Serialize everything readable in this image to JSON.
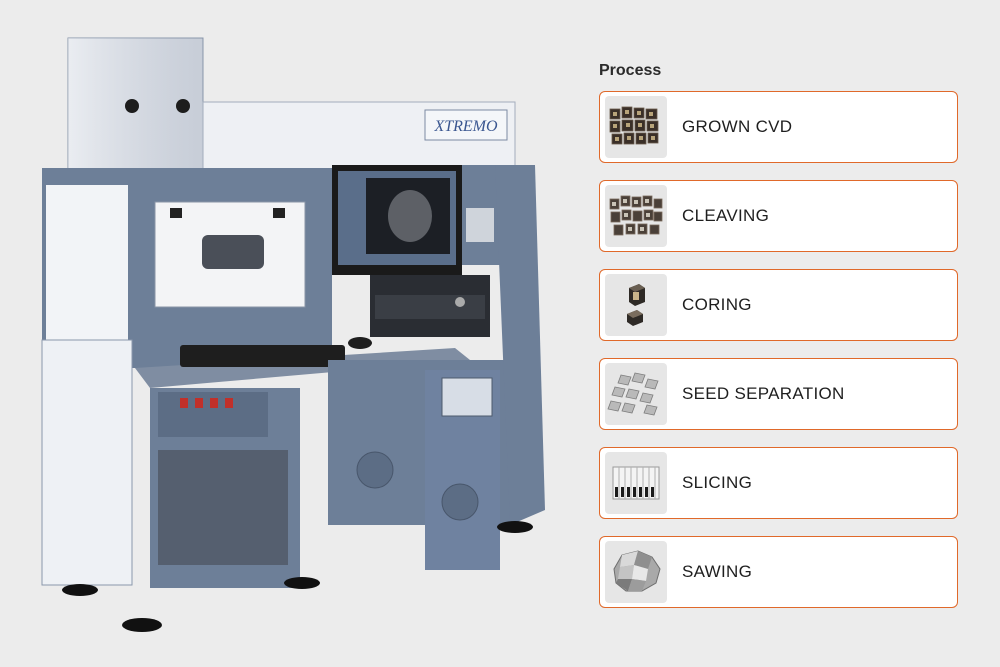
{
  "machine": {
    "brand": "XTREMO"
  },
  "process": {
    "title": "Process",
    "items": [
      {
        "label": "GROWN CVD",
        "icon": "grown-cvd-icon"
      },
      {
        "label": "CLEAVING",
        "icon": "cleaving-icon"
      },
      {
        "label": "CORING",
        "icon": "coring-icon"
      },
      {
        "label": "SEED SEPARATION",
        "icon": "seed-separation-icon"
      },
      {
        "label": "SLICING",
        "icon": "slicing-icon"
      },
      {
        "label": "SAWING",
        "icon": "sawing-icon"
      }
    ]
  },
  "colors": {
    "accent_border": "#e0692a",
    "machine_body": "#6d7f98",
    "machine_panel": "#e9ecf1",
    "background": "#ececec"
  }
}
